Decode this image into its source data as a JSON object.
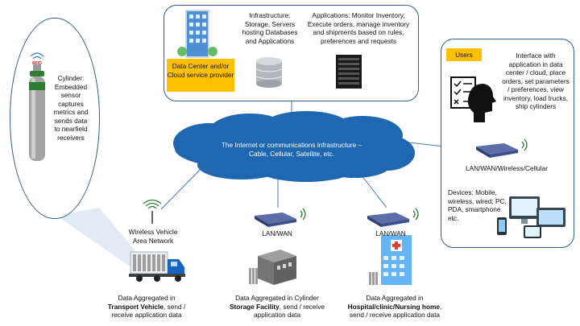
{
  "cylinder": {
    "rfid": "RFID",
    "text": "Cylinder: Embedded sensor captures metrics and sends data to nearfield receivers"
  },
  "datacenter": {
    "box_label": "Data Center and/or Cloud service provider",
    "infrastructure": "Infrastructure: Storage, Servers hosting Databases and Applications",
    "applications": "Applications: Monitor Inventory, Execute orders, manage inventory and shipments based on rules, preferences and requests"
  },
  "users": {
    "badge": "Users",
    "interface": "Interface with application in data center / cloud, place orders, set parameters / preferences, view inventory, load trucks, ship cylinders",
    "lan": "LAN/WAN/Wireless/Cellular",
    "devices": "Devices: Mobile, wireless, wired; PC, PDA, smartphone etc."
  },
  "cloud": {
    "text": "The Internet or communications infrastructure – Cable, Cellular, Satellite, etc."
  },
  "nodes": {
    "vehicle_net": "Wireless Vehicle Area Network",
    "lan1": "LAN/WAN",
    "lan2": "LAN/WAN"
  },
  "captions": {
    "transport": {
      "pre": "Data Aggregated in",
      "bold": "Transport Vehicle",
      "post": ", send / receive application data"
    },
    "storage": {
      "pre": "Data Aggregated in Cylinder",
      "bold": "Storage Facility",
      "post": ", send / receive application data"
    },
    "hospital": {
      "pre": "Data Aggregated in",
      "bold": "Hospital/clinic/Nursing home",
      "post": ", send / receive application data"
    }
  },
  "colors": {
    "cloud": "#1f67b1",
    "panel_border": "#2f5f8f",
    "badge": "#ffc000",
    "truck": "#1565c0"
  }
}
